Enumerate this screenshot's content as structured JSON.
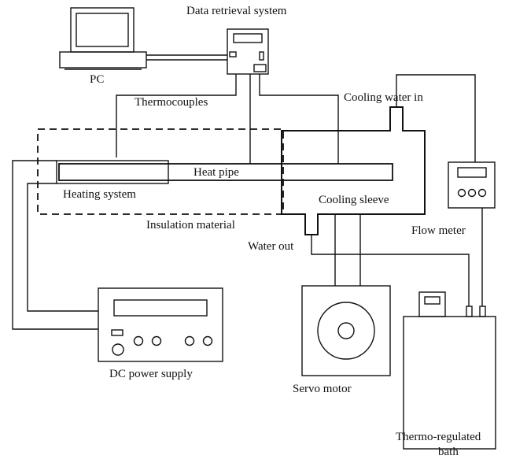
{
  "labels": {
    "data_retrieval": "Data retrieval system",
    "pc": "PC",
    "thermocouples": "Thermocouples",
    "cooling_water_in": "Cooling water in",
    "heat_pipe": "Heat pipe",
    "heating_system": "Heating system",
    "cooling_sleeve": "Cooling sleeve",
    "insulation": "Insulation material",
    "water_out": "Water out",
    "flow_meter": "Flow meter",
    "dc_power": "DC power supply",
    "servo_motor": "Servo motor",
    "bath_line1": "Thermo-regulated",
    "bath_line2": "bath"
  }
}
